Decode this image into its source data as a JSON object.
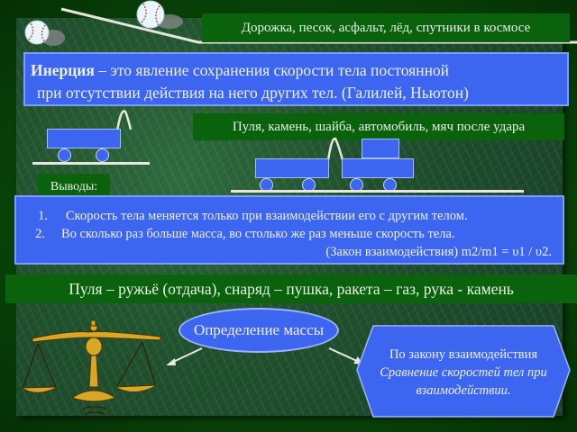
{
  "top_label": "Дорожка, песок, асфальт, лёд, спутники в космосе",
  "definition": {
    "term": "Инерция",
    "line1_rest": " – это явление сохранения скорости тела постоянной",
    "line2": "при отсутствии действия на него других тел. (Галилей, Ньютон)"
  },
  "examples_label": "Пуля, камень, шайба, автомобиль, мяч после удара",
  "conclusions": {
    "label": "Выводы:",
    "items": [
      {
        "num": "1.",
        "text": "Скорость тела меняется только при взаимодействии его с другим телом."
      },
      {
        "num": "2.",
        "text": "Во  сколько раз больше масса,  во столько же раз меньше скорость тела."
      }
    ],
    "law_line": "(Закон взаимодействия)  m2/m1 = υ1 / υ2."
  },
  "interaction_examples": "Пуля – ружьё (отдача), снаряд – пушка, ракета – газ, рука - камень",
  "mass_definition": {
    "oval_label": "Определение массы",
    "hex_line1": "По закону взаимодействия",
    "hex_line2": "Сравнение скоростей тел при",
    "hex_line3": "взаимодействии."
  },
  "icons": {
    "balls": "baseball-icon",
    "scales": "balance-scale-icon"
  },
  "colors": {
    "background_green": "#0a620d",
    "box_blue": "#3d66f0",
    "text_light": "#ecf0ff"
  }
}
